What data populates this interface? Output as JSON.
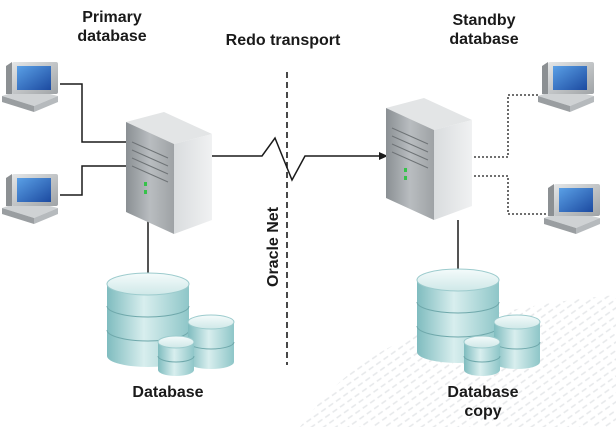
{
  "labels": {
    "primary_line1": "Primary",
    "primary_line2": "database",
    "redo_transport": "Redo transport",
    "standby_line1": "Standby",
    "standby_line2": "database",
    "oracle_net": "Oracle Net",
    "database": "Database",
    "copy_line1": "Database",
    "copy_line2": "copy"
  },
  "icons": {
    "client": "desktop-computer-icon",
    "server": "tower-server-icon",
    "storage": "database-cylinder-icon"
  },
  "colors": {
    "connector": "#1a1a1a",
    "cylinder_top": "#e6f4f4",
    "cylinder_body": "#8fc7c9",
    "server_body": "#c9ccce",
    "screen": "#2e63b8"
  }
}
